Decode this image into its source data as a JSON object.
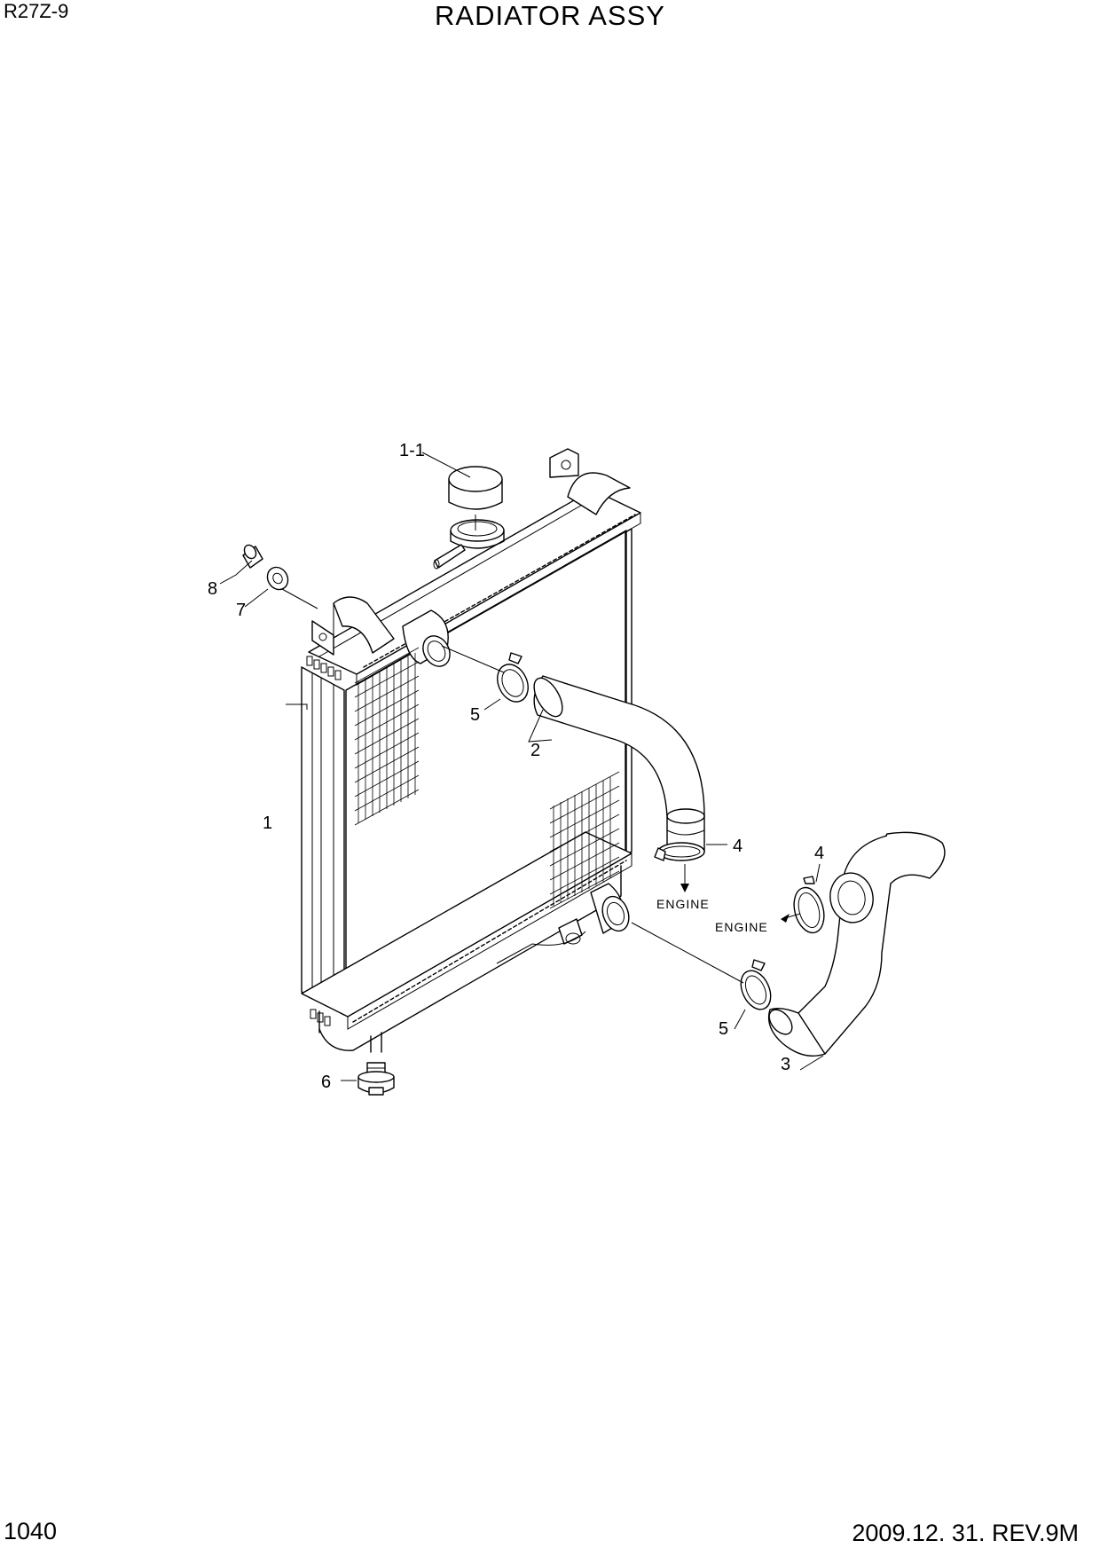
{
  "header": {
    "model": "R27Z-9",
    "title": "RADIATOR ASSY"
  },
  "footer": {
    "page_number": "1040",
    "revision": "2009.12. 31. REV.9M"
  },
  "diagram": {
    "callouts": {
      "c1_1": "1-1",
      "c1": "1",
      "c2": "2",
      "c3": "3",
      "c4a": "4",
      "c4b": "4",
      "c5a": "5",
      "c5b": "5",
      "c6": "6",
      "c7": "7",
      "c8": "8"
    },
    "notes": {
      "engine_a": "ENGINE",
      "engine_b": "ENGINE"
    }
  }
}
